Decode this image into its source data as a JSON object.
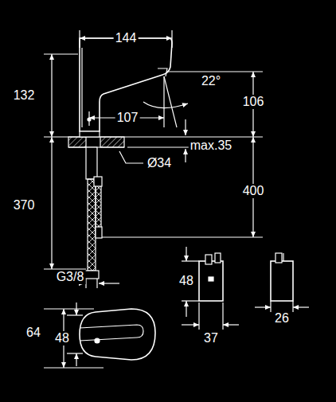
{
  "diagram": {
    "labels": [
      "144",
      "132",
      "22°",
      "106",
      "107",
      "max.35",
      "Ø34",
      "400",
      "370",
      "G3/8",
      "48",
      "26",
      "37",
      "64",
      "48"
    ]
  }
}
